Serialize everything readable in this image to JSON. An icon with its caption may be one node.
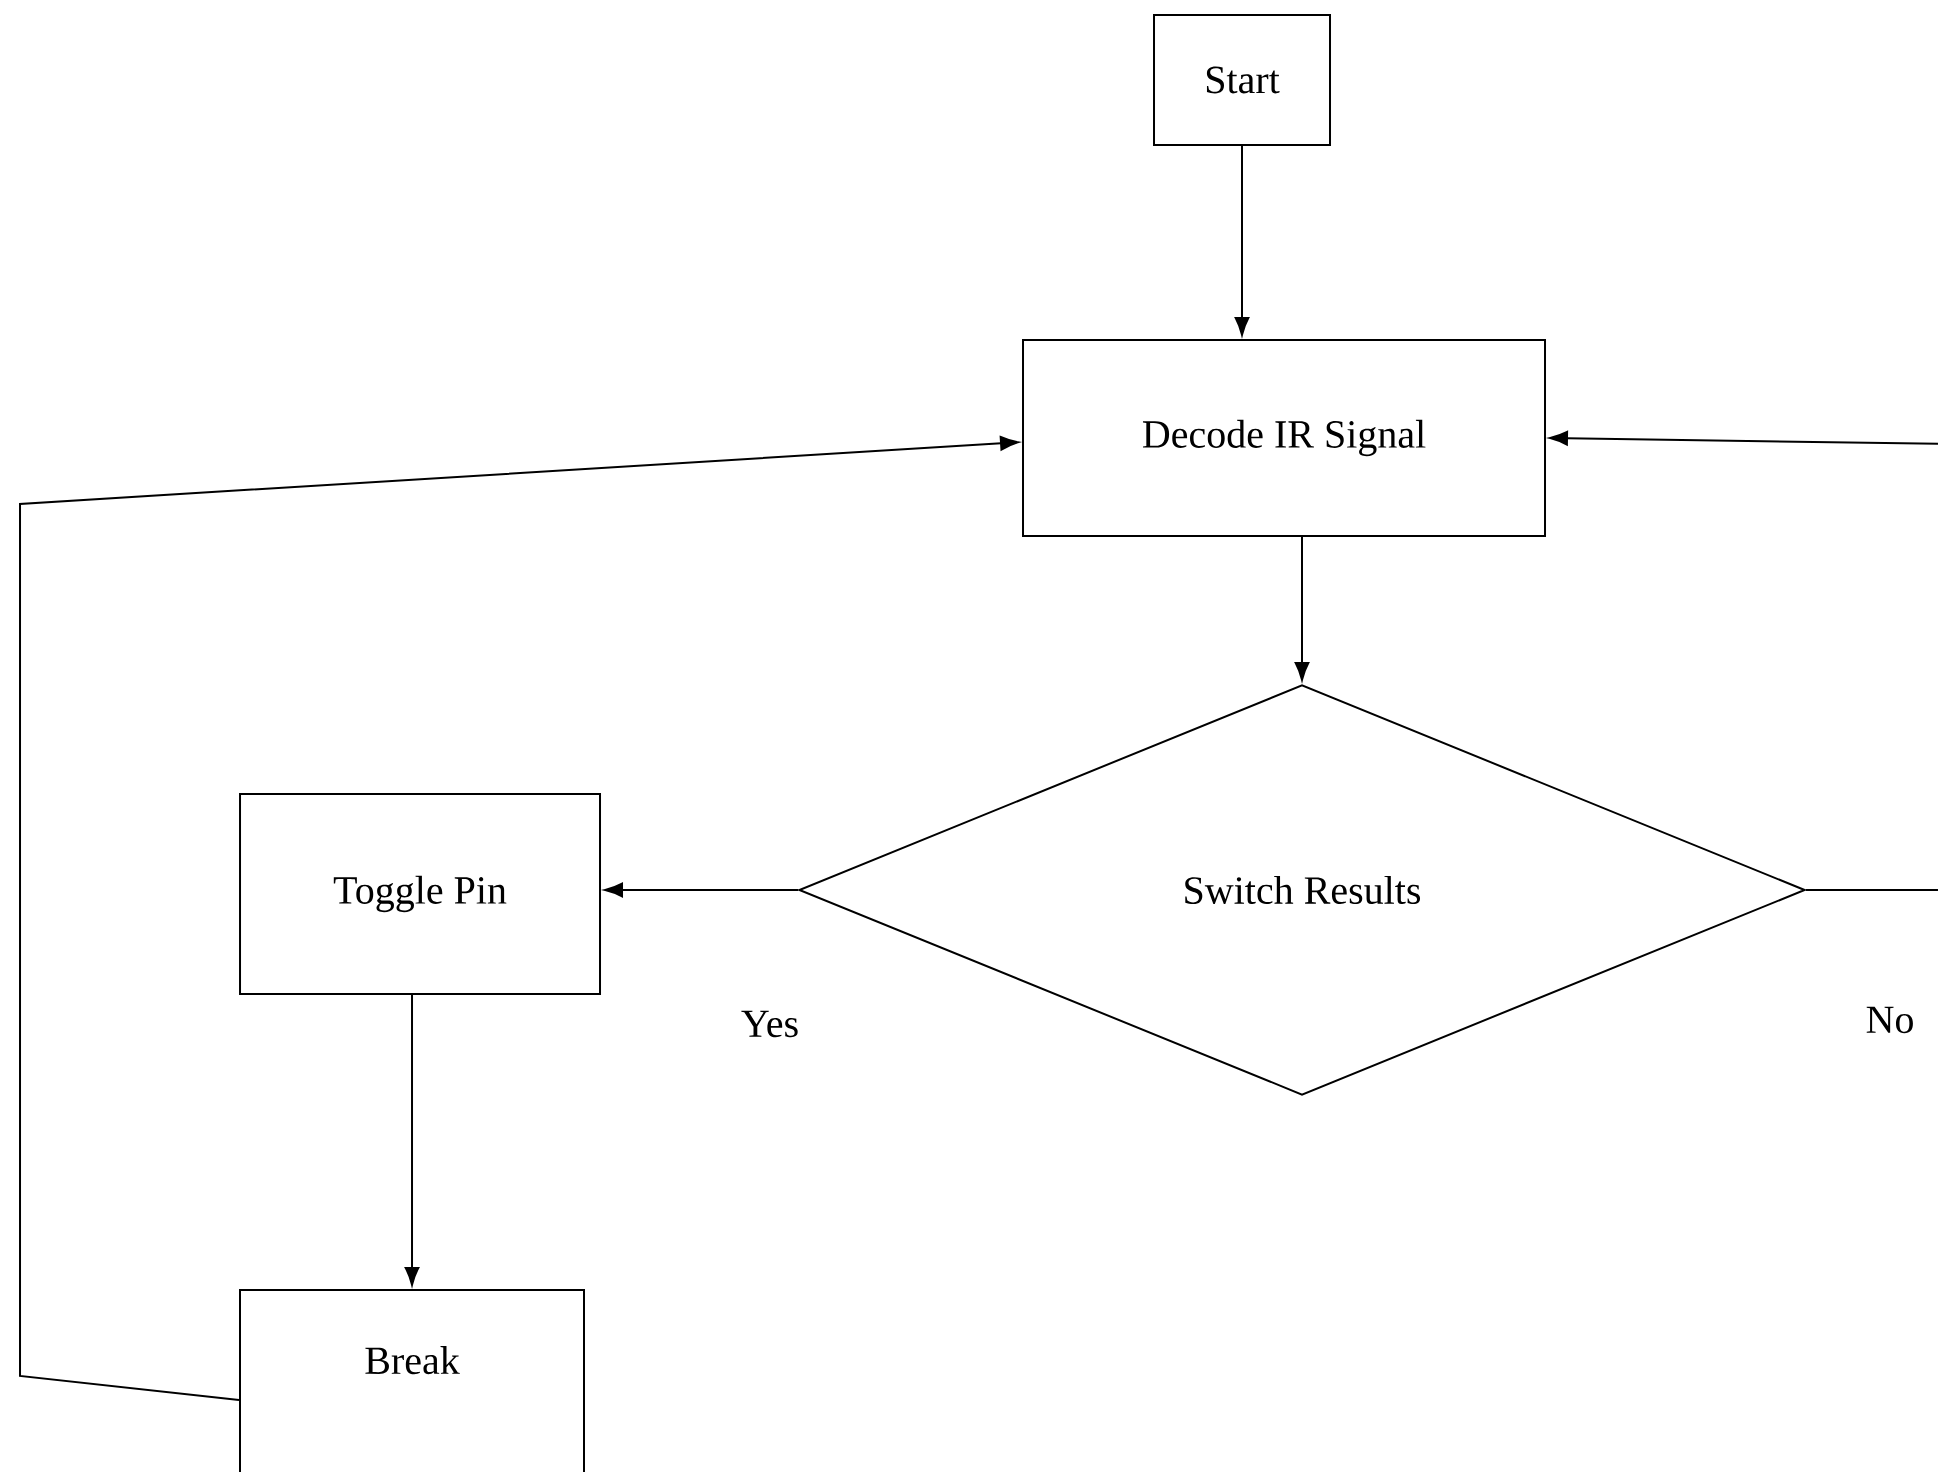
{
  "diagram": {
    "nodes": [
      {
        "text": [
          "Start"
        ]
      },
      {
        "text": [
          "Decode IR Signal"
        ]
      },
      {
        "text": [
          "Switch Results"
        ]
      },
      {
        "text": [
          "Toggle Pin"
        ]
      },
      {
        "text": [
          "Break"
        ]
      }
    ],
    "edges": [
      {
        "from": 0,
        "to": 1,
        "arrow": "to"
      },
      {
        "from": 1,
        "to": 2,
        "arrow": "to"
      },
      {
        "from": 2,
        "to": 3,
        "arrow": "to",
        "label": "Yes"
      },
      {
        "from": 2,
        "to": null,
        "arrow": "none",
        "label": "No"
      },
      {
        "from": null,
        "to": 1,
        "arrow": "to"
      },
      {
        "from": 3,
        "to": 4,
        "arrow": "to"
      },
      {
        "from": 4,
        "to": 1,
        "arrow": "to"
      }
    ]
  }
}
